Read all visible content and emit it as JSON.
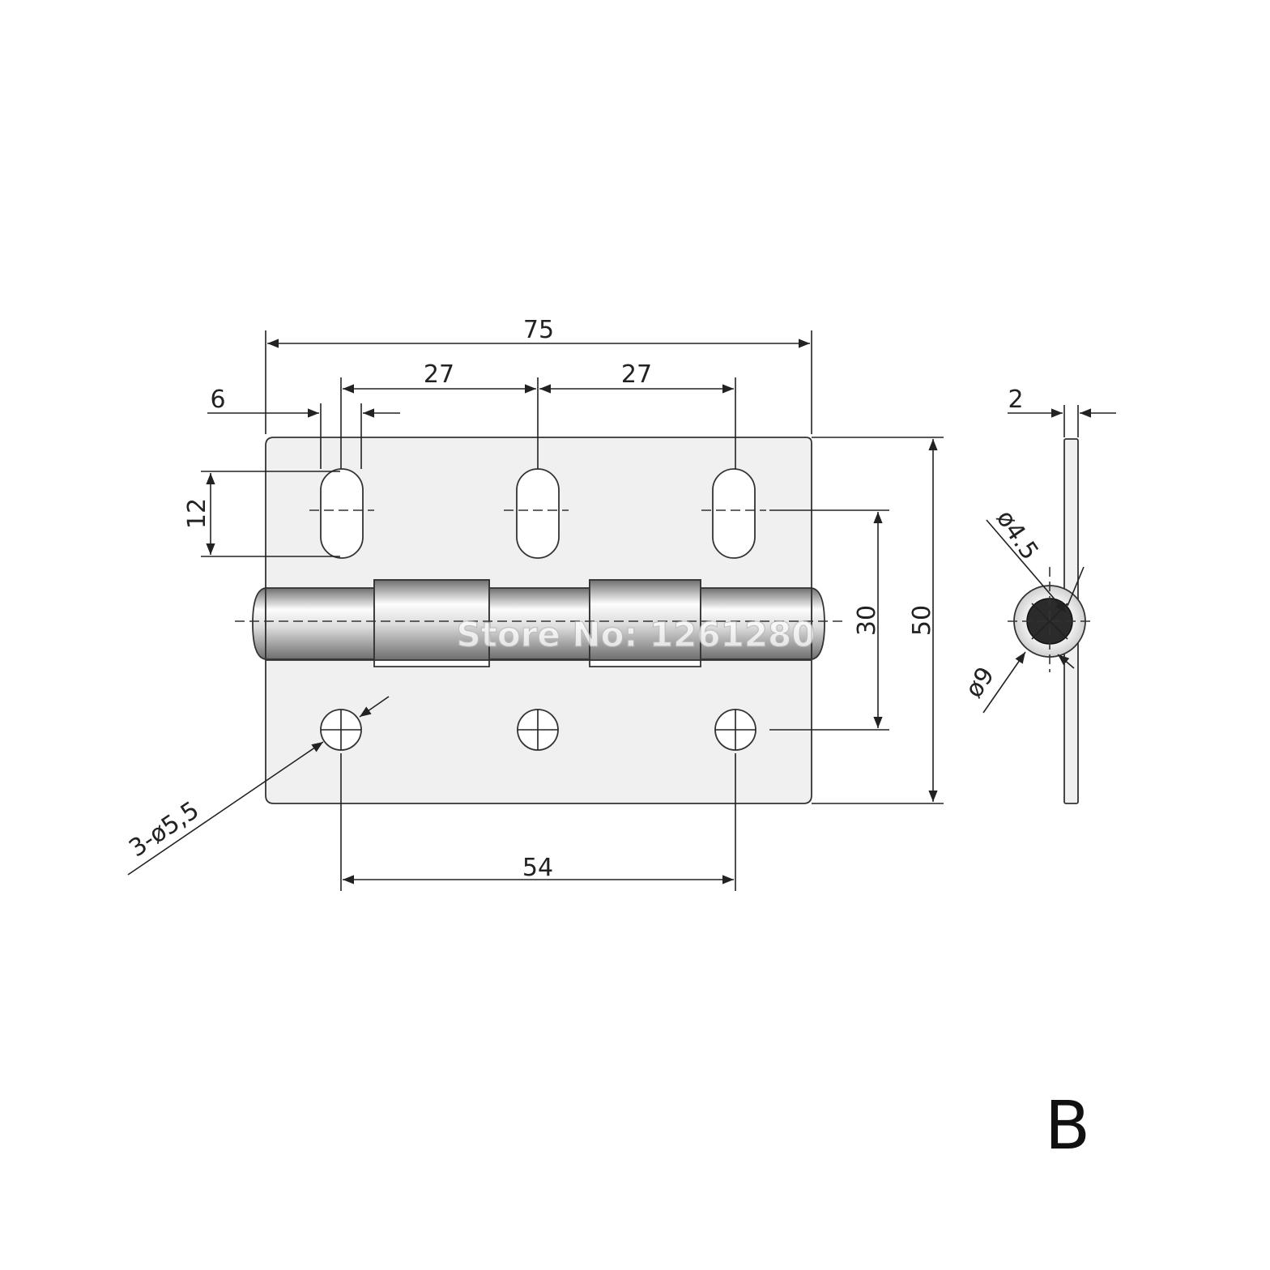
{
  "dimensions": {
    "overall_width": "75",
    "slot_spacing_left": "27",
    "slot_spacing_right": "27",
    "slot_width": "6",
    "slot_length": "12",
    "hole_center_distance": "30",
    "overall_height": "50",
    "hole_spacing": "54",
    "hole_callout": "3-ø5,5",
    "thickness": "2",
    "pin_diameter": "ø4.5",
    "knuckle_diameter": "ø9"
  },
  "watermark": "Store No: 1261280",
  "figure_label": "B",
  "colors": {
    "plate_fill": "#f0f0f0",
    "knuckle_light": "#fdfdfd",
    "knuckle_dark": "#9a9a9a",
    "pin_fill": "#2b2b2b",
    "line": "#333333"
  }
}
